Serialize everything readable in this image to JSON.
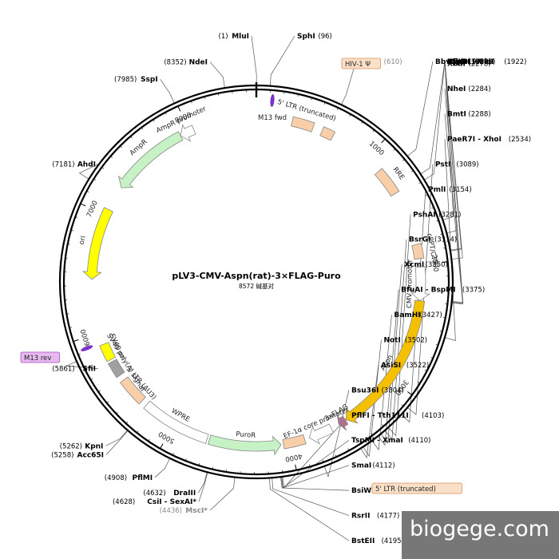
{
  "title": "pLV3-CMV-Aspn(rat)-3×FLAG-Puro",
  "subtitle": "8572 碱基对",
  "total_bp": 8572,
  "watermark": "biogege.com",
  "ticks": [
    {
      "label": "1000",
      "pos": 1000
    },
    {
      "label": "2000",
      "pos": 2000
    },
    {
      "label": "3000",
      "pos": 3000
    },
    {
      "label": "4000",
      "pos": 4000
    },
    {
      "label": "5000",
      "pos": 5000
    },
    {
      "label": "6000",
      "pos": 6000
    },
    {
      "label": "7000",
      "pos": 7000
    },
    {
      "label": "8000",
      "pos": 8000
    }
  ],
  "features": [
    {
      "name": "RRE",
      "kind": "box",
      "start": 1140,
      "end": 1370,
      "color": "#f8cfa8",
      "label": "RRE"
    },
    {
      "name": "5' LTR (truncated)",
      "kind": "box",
      "start": 300,
      "end": 480,
      "color": "#f8cfa8",
      "label": "5' LTR (truncated)"
    },
    {
      "name": "HIV-1 Ψ",
      "kind": "box",
      "start": 560,
      "end": 660,
      "color": "#f8cfa8",
      "label": ""
    },
    {
      "name": "cPPT/CTS",
      "kind": "box",
      "start": 1830,
      "end": 1950,
      "color": "#f8cfa8",
      "label": "cPPT/CTS"
    },
    {
      "name": "CMV promoter",
      "kind": "arrow",
      "start": 2020,
      "end": 2300,
      "color": "#ffffff",
      "label": "CMV promoter"
    },
    {
      "name": "Aspn",
      "kind": "arrow",
      "start": 2300,
      "end": 3500,
      "color": "#f5c000",
      "label": "Aspn"
    },
    {
      "name": "3xFLAG",
      "kind": "arrow",
      "start": 3505,
      "end": 3570,
      "color": "#b07090",
      "label": "3xFLAG"
    },
    {
      "name": "EF-1α core promoter",
      "kind": "arrow",
      "start": 3640,
      "end": 3840,
      "color": "#ffffff",
      "label": "EF-1α core promoter"
    },
    {
      "name": "5' LTR box",
      "kind": "box",
      "start": 3880,
      "end": 4060,
      "color": "#f8cfa8",
      "label": ""
    },
    {
      "name": "PuroR",
      "kind": "arrow",
      "start": 4080,
      "end": 4680,
      "color": "#c6f2c6",
      "label": "PuroR",
      "reverse": true
    },
    {
      "name": "WPRE",
      "kind": "box",
      "start": 4700,
      "end": 5280,
      "color": "#ffffff",
      "label": "WPRE"
    },
    {
      "name": "3' LTR (ΔU3)",
      "kind": "box",
      "start": 5330,
      "end": 5560,
      "color": "#f8cfa8",
      "label": "3' LTR (ΔU3)"
    },
    {
      "name": "SV40 poly(A) signal",
      "kind": "box",
      "start": 5610,
      "end": 5740,
      "color": "#a0a0a0",
      "label": "SV40 poly(A) signal"
    },
    {
      "name": "SV40 ori",
      "kind": "box",
      "start": 5760,
      "end": 5900,
      "color": "#ffff00",
      "label": "SV40 ori"
    },
    {
      "name": "ori",
      "kind": "arrow",
      "start": 6450,
      "end": 7050,
      "color": "#ffff00",
      "label": "ori",
      "reverse": true
    },
    {
      "name": "AmpR",
      "kind": "arrow",
      "start": 7260,
      "end": 7920,
      "color": "#c6f2c6",
      "label": "AmpR",
      "reverse": true
    },
    {
      "name": "AmpR promoter",
      "kind": "arrow",
      "start": 7920,
      "end": 8040,
      "color": "#ffffff",
      "label": "AmpR promoter",
      "reverse": true
    }
  ],
  "primers": [
    {
      "name": "M13 fwd",
      "pos": 120,
      "color": "#7b35c8",
      "label": "M13 fwd"
    },
    {
      "name": "M13 rev",
      "pos": 5920,
      "color": "#7b35c8",
      "label": ""
    }
  ],
  "sites": [
    {
      "name": "MluI",
      "pos": "(1)",
      "bp": 1,
      "side": "top",
      "grey": false
    },
    {
      "name": "SphI",
      "pos": "(96)",
      "bp": 96,
      "side": "top",
      "grey": false
    },
    {
      "name": "NruI*",
      "pos": "(610)",
      "bp": 610,
      "side": "right",
      "grey": true
    },
    {
      "name": "BbvCI",
      "pos": "(1197)",
      "bp": 1197,
      "side": "right",
      "grey": false
    },
    {
      "name": "AleI",
      "pos": "(1350)",
      "bp": 1350,
      "side": "right",
      "grey": false
    },
    {
      "name": "BsaBI",
      "pos": "(1398)",
      "bp": 1398,
      "side": "right",
      "grey": false
    },
    {
      "name": "KflI",
      "pos": "(1706)",
      "bp": 1706,
      "side": "right",
      "grey": false
    },
    {
      "name": "HpaI",
      "pos": "(1800)",
      "bp": 1800,
      "side": "right",
      "grey": false
    },
    {
      "name": "BspDI - ClaI",
      "pos": "(1922)",
      "bp": 1922,
      "side": "right",
      "grey": false
    },
    {
      "name": "SpeI",
      "pos": "(1927)",
      "bp": 1927,
      "side": "right",
      "grey": false
    },
    {
      "name": "SnaBI",
      "pos": "(1985)",
      "bp": 1985,
      "side": "right",
      "grey": false
    },
    {
      "name": "XbaI",
      "pos": "(2278)",
      "bp": 2278,
      "side": "right",
      "grey": false
    },
    {
      "name": "NheI",
      "pos": "(2284)",
      "bp": 2284,
      "side": "right",
      "grey": false
    },
    {
      "name": "BmtI",
      "pos": "(2288)",
      "bp": 2288,
      "side": "right",
      "grey": false
    },
    {
      "name": "PaeR7I - XhoI",
      "pos": "(2534)",
      "bp": 2534,
      "side": "right",
      "grey": false
    },
    {
      "name": "PstI",
      "pos": "(3089)",
      "bp": 3089,
      "side": "right",
      "grey": false
    },
    {
      "name": "PmlI",
      "pos": "(3154)",
      "bp": 3154,
      "side": "right",
      "grey": false
    },
    {
      "name": "PshAI",
      "pos": "(3281)",
      "bp": 3281,
      "side": "right",
      "grey": false
    },
    {
      "name": "BsrGI",
      "pos": "(3314)",
      "bp": 3314,
      "side": "right",
      "grey": false
    },
    {
      "name": "XcmI",
      "pos": "(3350)",
      "bp": 3350,
      "side": "right",
      "grey": false
    },
    {
      "name": "BfuAI - BspMI",
      "pos": "(3375)",
      "bp": 3375,
      "side": "right",
      "grey": false
    },
    {
      "name": "BamHI",
      "pos": "(3427)",
      "bp": 3427,
      "side": "right",
      "grey": false
    },
    {
      "name": "NotI",
      "pos": "(3502)",
      "bp": 3502,
      "side": "right",
      "grey": false
    },
    {
      "name": "AsiSI",
      "pos": "(3522)",
      "bp": 3522,
      "side": "right",
      "grey": false
    },
    {
      "name": "Bsu36I",
      "pos": "(3804)",
      "bp": 3804,
      "side": "right",
      "grey": false
    },
    {
      "name": "PflFI - Tth111I",
      "pos": "(4103)",
      "bp": 4103,
      "side": "right",
      "grey": false
    },
    {
      "name": "TspMI - XmaI",
      "pos": "(4110)",
      "bp": 4110,
      "side": "right",
      "grey": false
    },
    {
      "name": "SmaI",
      "pos": "(4112)",
      "bp": 4112,
      "side": "right",
      "grey": false
    },
    {
      "name": "BsiWI",
      "pos": "(4117)",
      "bp": 4117,
      "side": "right",
      "grey": false
    },
    {
      "name": "RsrII",
      "pos": "(4177)",
      "bp": 4177,
      "side": "right",
      "grey": false
    },
    {
      "name": "BstEII",
      "pos": "(4195)",
      "bp": 4195,
      "side": "right",
      "grey": false
    },
    {
      "name": "MscI*",
      "pos": "(4436)",
      "bp": 4436,
      "side": "left",
      "grey": true
    },
    {
      "name": "CsiI - SexAI*",
      "pos": "(4628)",
      "bp": 4628,
      "side": "left",
      "grey": false
    },
    {
      "name": "DraIII",
      "pos": "(4632)",
      "bp": 4632,
      "side": "left",
      "grey": false
    },
    {
      "name": "PflMI",
      "pos": "(4908)",
      "bp": 4908,
      "side": "left",
      "grey": false
    },
    {
      "name": "Acc65I",
      "pos": "(5258)",
      "bp": 5258,
      "side": "left",
      "grey": false
    },
    {
      "name": "KpnI",
      "pos": "(5262)",
      "bp": 5262,
      "side": "left",
      "grey": false
    },
    {
      "name": "SfiI",
      "pos": "(5861)",
      "bp": 5861,
      "side": "left",
      "grey": false
    },
    {
      "name": "AhdI",
      "pos": "(7181)",
      "bp": 7181,
      "side": "left",
      "grey": false
    },
    {
      "name": "SspI",
      "pos": "(7985)",
      "bp": 7985,
      "side": "left",
      "grey": false
    },
    {
      "name": "NdeI",
      "pos": "(8352)",
      "bp": 8352,
      "side": "left",
      "grey": false
    }
  ],
  "callouts": [
    {
      "name": "HIV-1 Ψ",
      "text": "HIV-1 Ψ",
      "fill": "#fbe0c8",
      "stroke": "#d89060",
      "textColor": "#000"
    },
    {
      "name": "5' LTR (truncated)",
      "text": "5' LTR (truncated)",
      "fill": "#fbe0c8",
      "stroke": "#d89060",
      "textColor": "#000"
    },
    {
      "name": "M13 rev",
      "text": "M13 rev",
      "fill": "#e8b8f0",
      "stroke": "#a050c0",
      "textColor": "#000"
    }
  ]
}
